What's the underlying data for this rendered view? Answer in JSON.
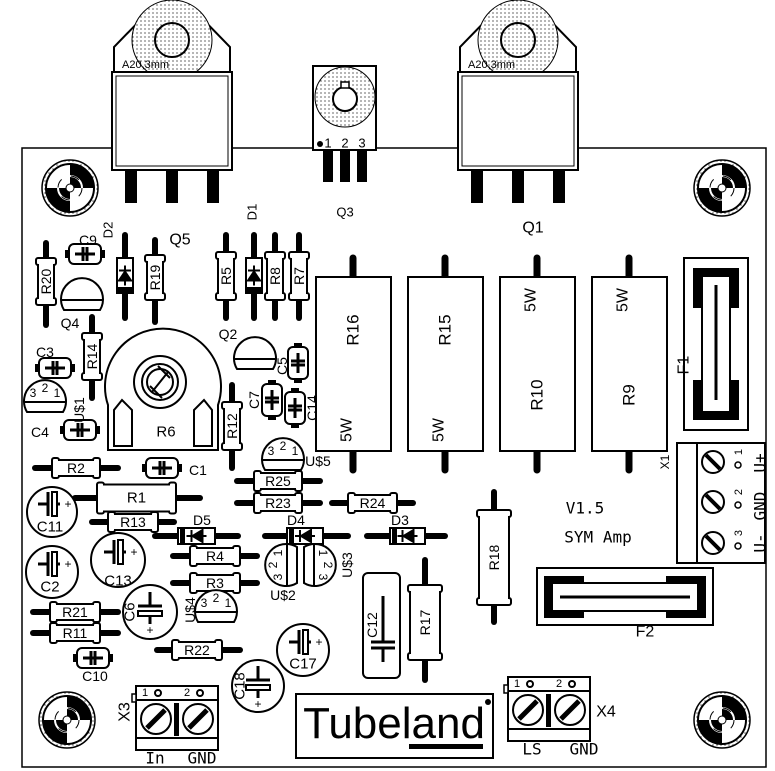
{
  "board": {
    "version": "V1.5",
    "title": "SYM Amp",
    "logo_text": "Tubeland",
    "colors": {
      "ink": "#000000",
      "background": "#ffffff"
    }
  },
  "transistors_to220": {
    "Q5": {
      "label": "Q5",
      "heatsink_note": "A20,3mm"
    },
    "Q1": {
      "label": "Q1",
      "heatsink_note": "A20,3mm"
    }
  },
  "q3": {
    "label": "Q3",
    "pins": [
      "1",
      "2",
      "3"
    ]
  },
  "power_resistors": [
    {
      "label": "R16",
      "rating": "5W"
    },
    {
      "label": "R15",
      "rating": "5W"
    },
    {
      "label": "R10",
      "rating": "5W"
    },
    {
      "label": "R9",
      "rating": "5W"
    }
  ],
  "resistors": {
    "R1": "R1",
    "R2": "R2",
    "R3": "R3",
    "R4": "R4",
    "R5": "R5",
    "R7": "R7",
    "R8": "R8",
    "R11": "R11",
    "R12": "R12",
    "R13": "R13",
    "R14": "R14",
    "R17": "R17",
    "R18": "R18",
    "R19": "R19",
    "R20": "R20",
    "R21": "R21",
    "R22": "R22",
    "R23": "R23",
    "R24": "R24",
    "R25": "R25"
  },
  "trimmer": {
    "label": "R6"
  },
  "diodes": {
    "D1": "D1",
    "D2": "D2",
    "D3": "D3",
    "D4": "D4",
    "D5": "D5"
  },
  "ceramic_caps": {
    "C1": "C1",
    "C3": "C3",
    "C4": "C4",
    "C5": "C5",
    "C7": "C7",
    "C9": "C9",
    "C10": "C10",
    "C14": "C14"
  },
  "electrolytic_caps": {
    "C2": "C2",
    "C6": "C6",
    "C11": "C11",
    "C13": "C13",
    "C17": "C17",
    "C18": "C18"
  },
  "film_cap": {
    "label": "C12"
  },
  "to92": {
    "Q2": {
      "label": "Q2"
    },
    "Q4": {
      "label": "Q4"
    },
    "U$1": {
      "label": "U$1",
      "pins": [
        "3",
        "2",
        "1"
      ]
    },
    "U$2": {
      "label": "U$2",
      "pins": [
        "3",
        "2",
        "1"
      ]
    },
    "U$3": {
      "label": "U$3",
      "pins": [
        "1",
        "2",
        "3"
      ]
    },
    "U$4": {
      "label": "U$4",
      "pins": [
        "3",
        "2",
        "1"
      ]
    },
    "U$5": {
      "label": "U$5",
      "pins": [
        "3",
        "2",
        "1"
      ]
    }
  },
  "fuses": {
    "F1": "F1",
    "F2": "F2"
  },
  "connectors": {
    "X1": {
      "label": "X1",
      "pins": [
        "1",
        "2",
        "3"
      ],
      "signals": [
        "U+",
        "GND",
        "U-"
      ]
    },
    "X3": {
      "label": "X3",
      "pins": [
        "1",
        "2"
      ],
      "signals": [
        "In",
        "GND"
      ]
    },
    "X4": {
      "label": "X4",
      "pins": [
        "1",
        "2"
      ],
      "signals": [
        "LS",
        "GND"
      ]
    }
  }
}
